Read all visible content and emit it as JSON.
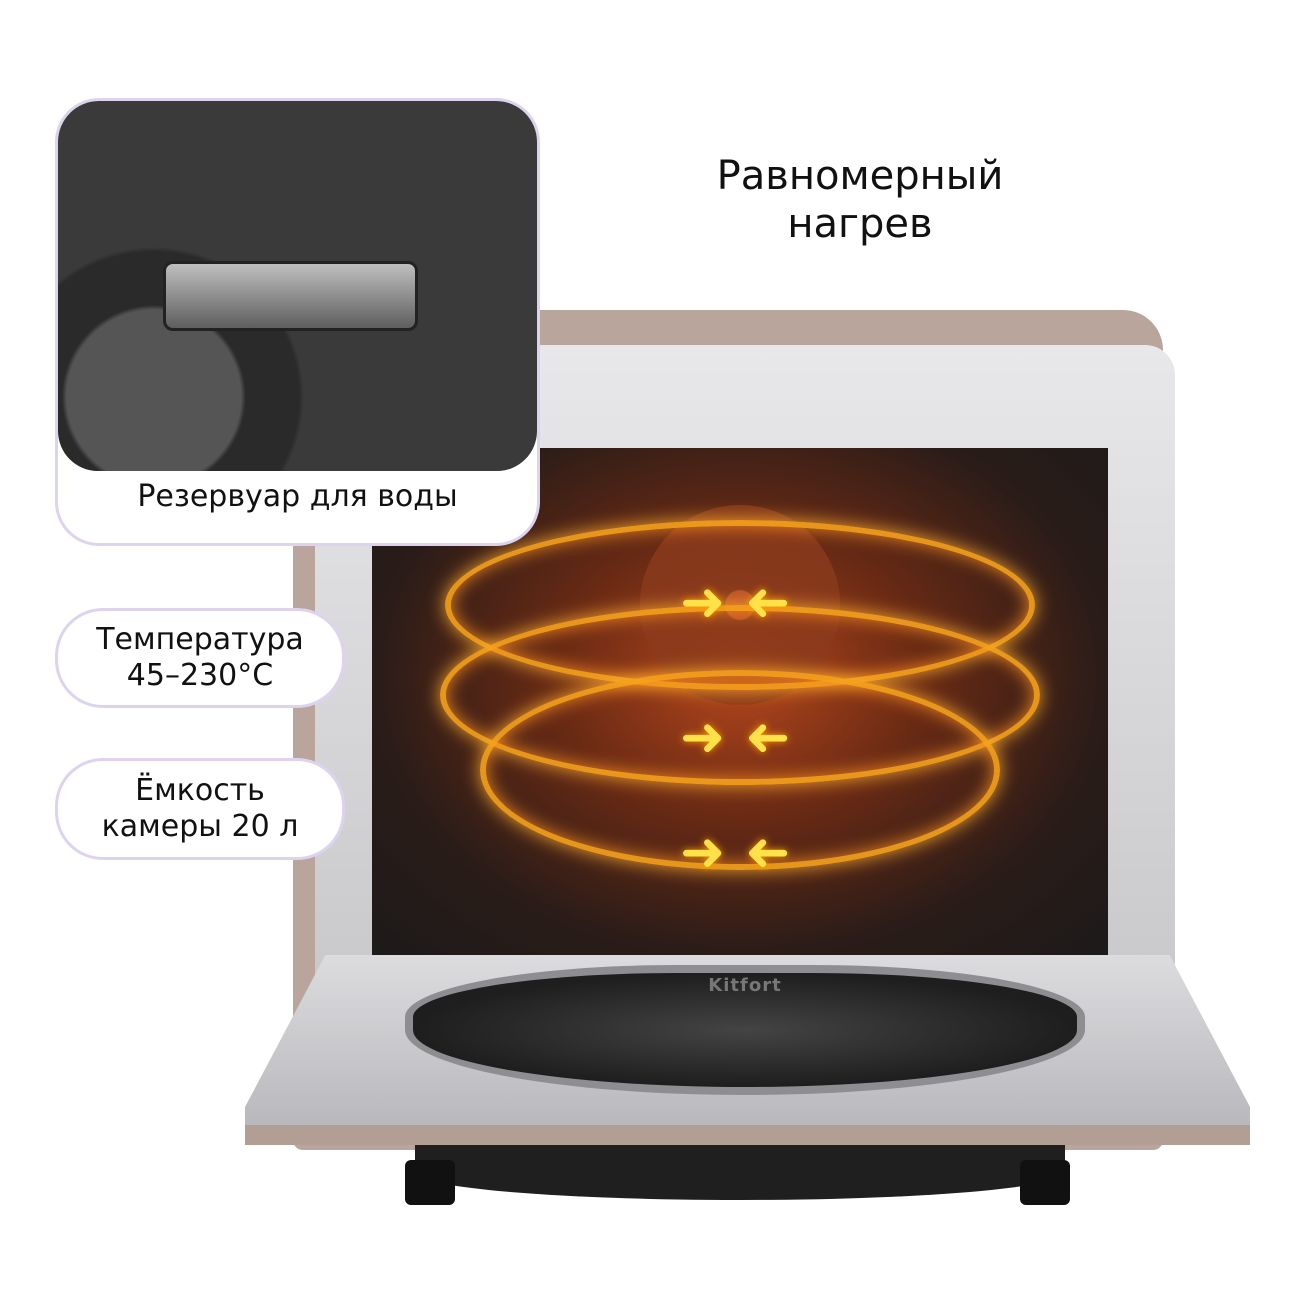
{
  "headline": {
    "line1": "Равномерный",
    "line2": "нагрев"
  },
  "callouts": {
    "water_tank": "Резервуар для воды",
    "temperature": {
      "line1": "Температура",
      "line2": "45–230°C"
    },
    "capacity": {
      "line1": "Ёмкость",
      "line2": "камеры 20 л"
    }
  },
  "product": {
    "logo": "Kitfort"
  },
  "icons": {
    "arrow": "arrow-icon"
  },
  "colors": {
    "callout_border": "#ddd3ef",
    "heat": "#f7a31c",
    "arrow": "#ffe14a",
    "shell": "#b9a59c"
  }
}
